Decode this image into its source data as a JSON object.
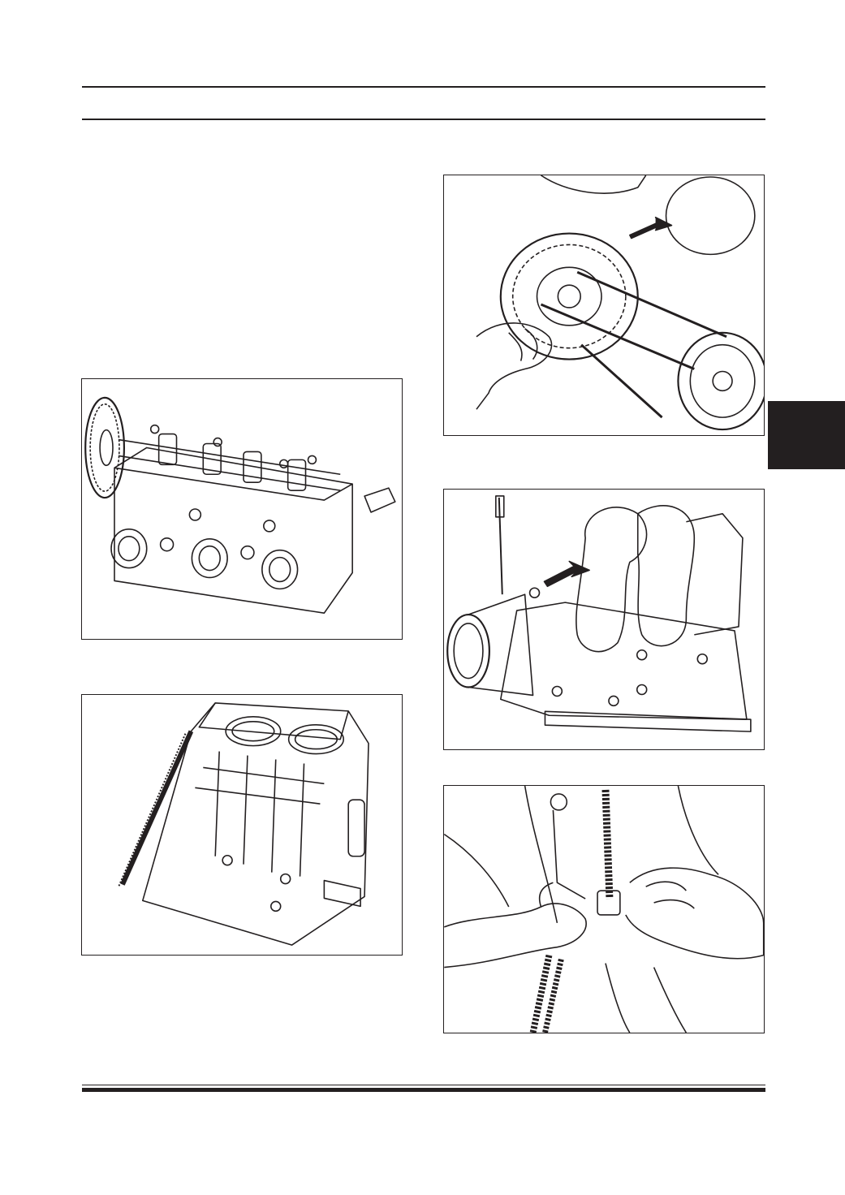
{
  "page": {
    "background": "#ffffff",
    "ink": "#231f20",
    "figures": [
      {
        "id": "camshaft-cylinder-head",
        "icon": "camshaft-cylinder-head-illustration"
      },
      {
        "id": "cylinder-block",
        "icon": "cylinder-block-illustration"
      },
      {
        "id": "alternator-removal",
        "icon": "alternator-illustration"
      },
      {
        "id": "intake-manifold-bolt",
        "icon": "intake-manifold-illustration"
      },
      {
        "id": "harness-connector",
        "icon": "harness-connector-illustration"
      }
    ]
  }
}
